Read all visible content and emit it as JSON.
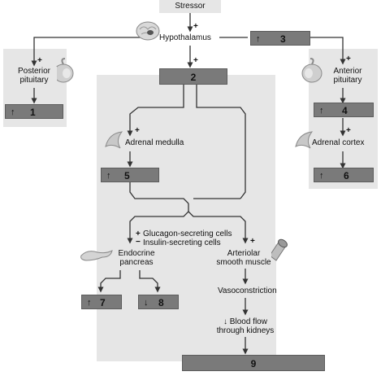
{
  "stressor": "Stressor",
  "hypothalamus": "Hypothalamus",
  "posterior_pituitary": [
    "Posterior",
    "pituitary"
  ],
  "anterior_pituitary": [
    "Anterior",
    "pituitary"
  ],
  "adrenal_medulla": "Adrenal medulla",
  "adrenal_cortex": "Adrenal cortex",
  "glucagon_cells": "Glucagon-secreting cells",
  "insulin_cells": "Insulin-secreting cells",
  "endocrine_pancreas": [
    "Endocrine",
    "pancreas"
  ],
  "arteriolar_muscle": [
    "Arteriolar",
    "smooth muscle"
  ],
  "vasoconstriction": "Vasoconstriction",
  "blood_flow": [
    "↓ Blood flow",
    "through kidneys"
  ],
  "signs": {
    "plus": "+",
    "minus": "−"
  },
  "boxes": {
    "b1": {
      "arrow": "↑",
      "num": "1"
    },
    "b2": {
      "arrow": "",
      "num": "2"
    },
    "b3": {
      "arrow": "↑",
      "num": "3"
    },
    "b4": {
      "arrow": "↑",
      "num": "4"
    },
    "b5": {
      "arrow": "↑",
      "num": "5"
    },
    "b6": {
      "arrow": "↑",
      "num": "6"
    },
    "b7": {
      "arrow": "↑",
      "num": "7"
    },
    "b8": {
      "arrow": "↓",
      "num": "8"
    },
    "b9": {
      "arrow": "",
      "num": "9"
    }
  },
  "colors": {
    "panel": "#e6e6e6",
    "box": "#7a7a7a",
    "line": "#333333"
  },
  "icons": [
    "brain-icon",
    "pituitary-gland-icon",
    "adrenal-gland-icon",
    "pancreas-icon",
    "arteriole-icon"
  ]
}
